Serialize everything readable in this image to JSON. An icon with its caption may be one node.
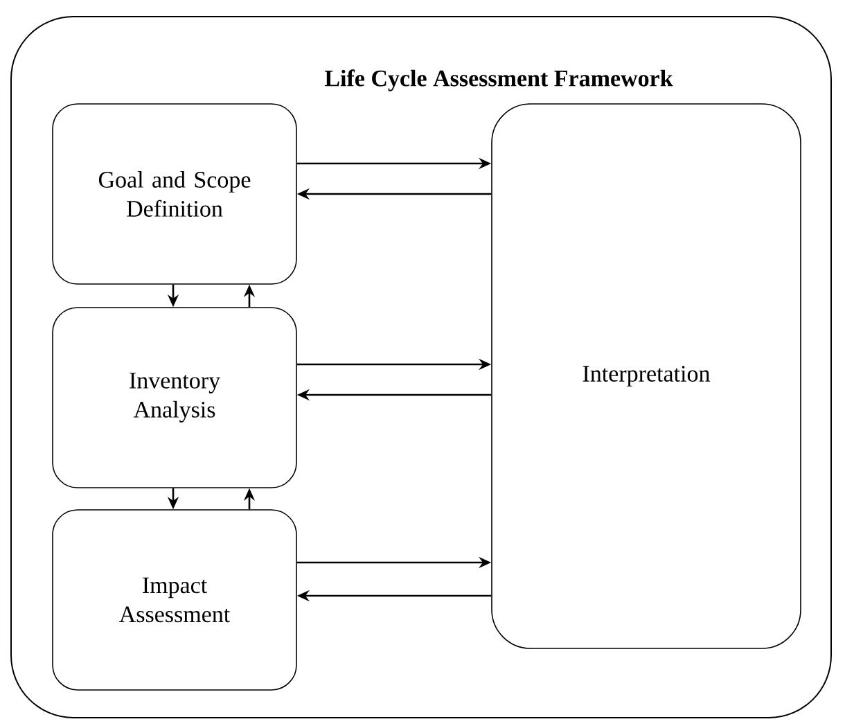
{
  "diagram": {
    "nodes": [
      {
        "text": [
          "Life Cycle Assessment Framework"
        ]
      },
      {
        "text": [
          "Goal and Scope Definition"
        ],
        "in": 0
      },
      {
        "text": [
          "Inventory Analysis"
        ],
        "in": 0
      },
      {
        "text": [
          "Impact Assessment"
        ],
        "in": 0
      },
      {
        "text": [
          "Interpretation"
        ],
        "in": 0
      }
    ],
    "edges": [
      {
        "from": 1,
        "to": 4,
        "arrow": "to"
      },
      {
        "from": 4,
        "to": 1,
        "arrow": "to"
      },
      {
        "from": 1,
        "to": 2,
        "arrow": "to"
      },
      {
        "from": 2,
        "to": 1,
        "arrow": "to"
      },
      {
        "from": 2,
        "to": 4,
        "arrow": "to"
      },
      {
        "from": 4,
        "to": 2,
        "arrow": "to"
      },
      {
        "from": 2,
        "to": 3,
        "arrow": "to"
      },
      {
        "from": 3,
        "to": 2,
        "arrow": "to"
      },
      {
        "from": 3,
        "to": 4,
        "arrow": "to"
      },
      {
        "from": 4,
        "to": 3,
        "arrow": "to"
      }
    ]
  }
}
